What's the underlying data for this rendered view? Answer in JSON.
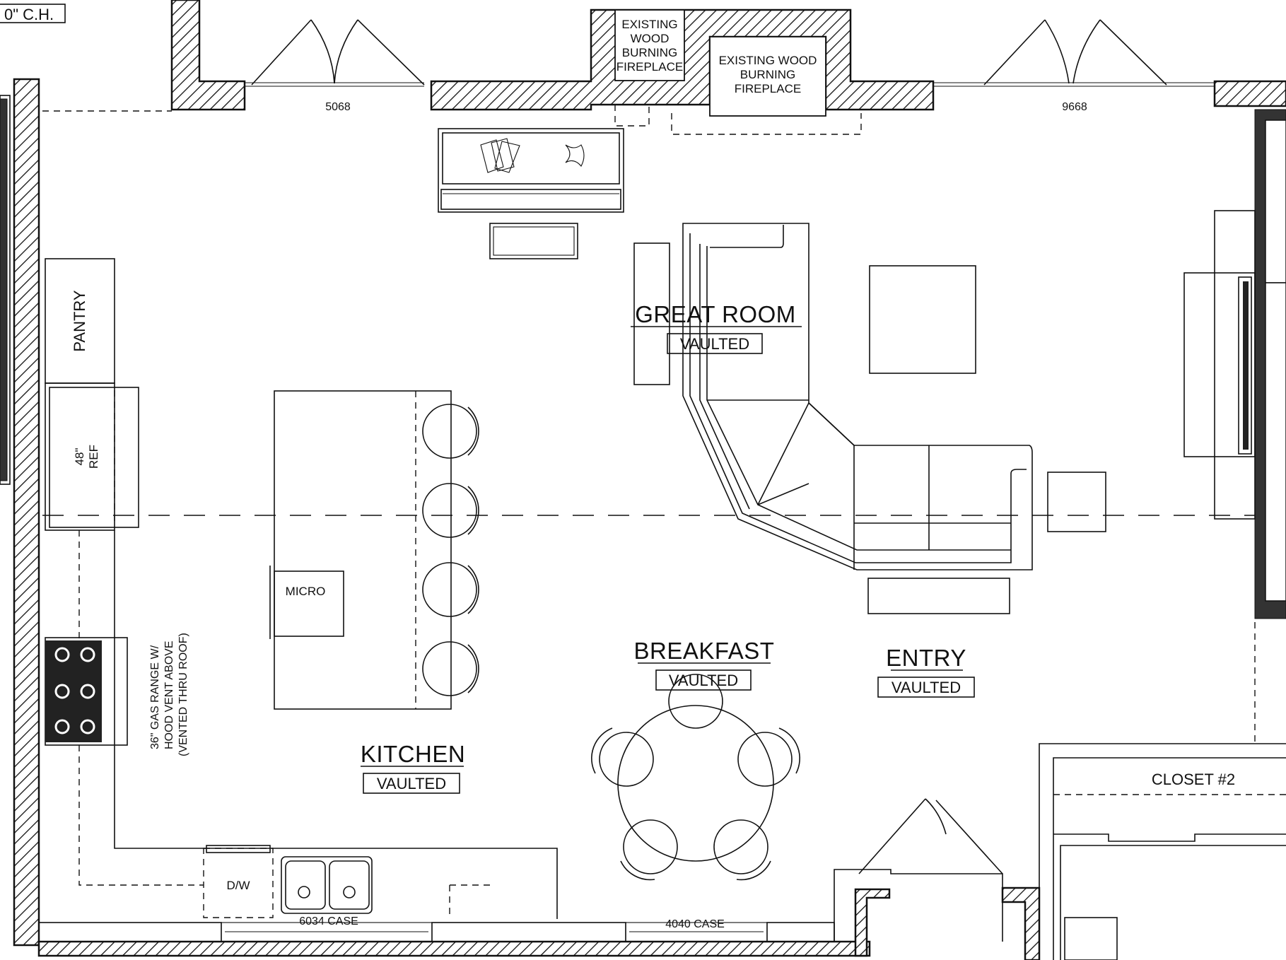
{
  "labels": {
    "ceiling_height": "0\" C.H.",
    "fireplace_1": [
      "EXISTING",
      "WOOD",
      "BURNING",
      "FIREPLACE"
    ],
    "fireplace_2": [
      "EXISTING WOOD",
      "BURNING",
      "FIREPLACE"
    ],
    "door_left": "5068",
    "door_right": "9668",
    "pantry": "PANTRY",
    "ref": [
      "48\"",
      "REF"
    ],
    "micro": "MICRO",
    "range": [
      "36\" GAS RANGE W/",
      "HOOD VENT ABOVE",
      "(VENTED THRU ROOF)"
    ],
    "dishwasher": "D/W",
    "window_sink": "6034 CASE",
    "window_breakfast": "4040 CASE",
    "closet": "CLOSET #2"
  },
  "rooms": {
    "great_room": {
      "name": "GREAT ROOM",
      "tag": "VAULTED"
    },
    "breakfast": {
      "name": "BREAKFAST",
      "tag": "VAULTED"
    },
    "entry": {
      "name": "ENTRY",
      "tag": "VAULTED"
    },
    "kitchen": {
      "name": "KITCHEN",
      "tag": "VAULTED"
    }
  },
  "colors": {
    "line": "#111111",
    "background": "#ffffff",
    "wall_fill": "#333333"
  }
}
